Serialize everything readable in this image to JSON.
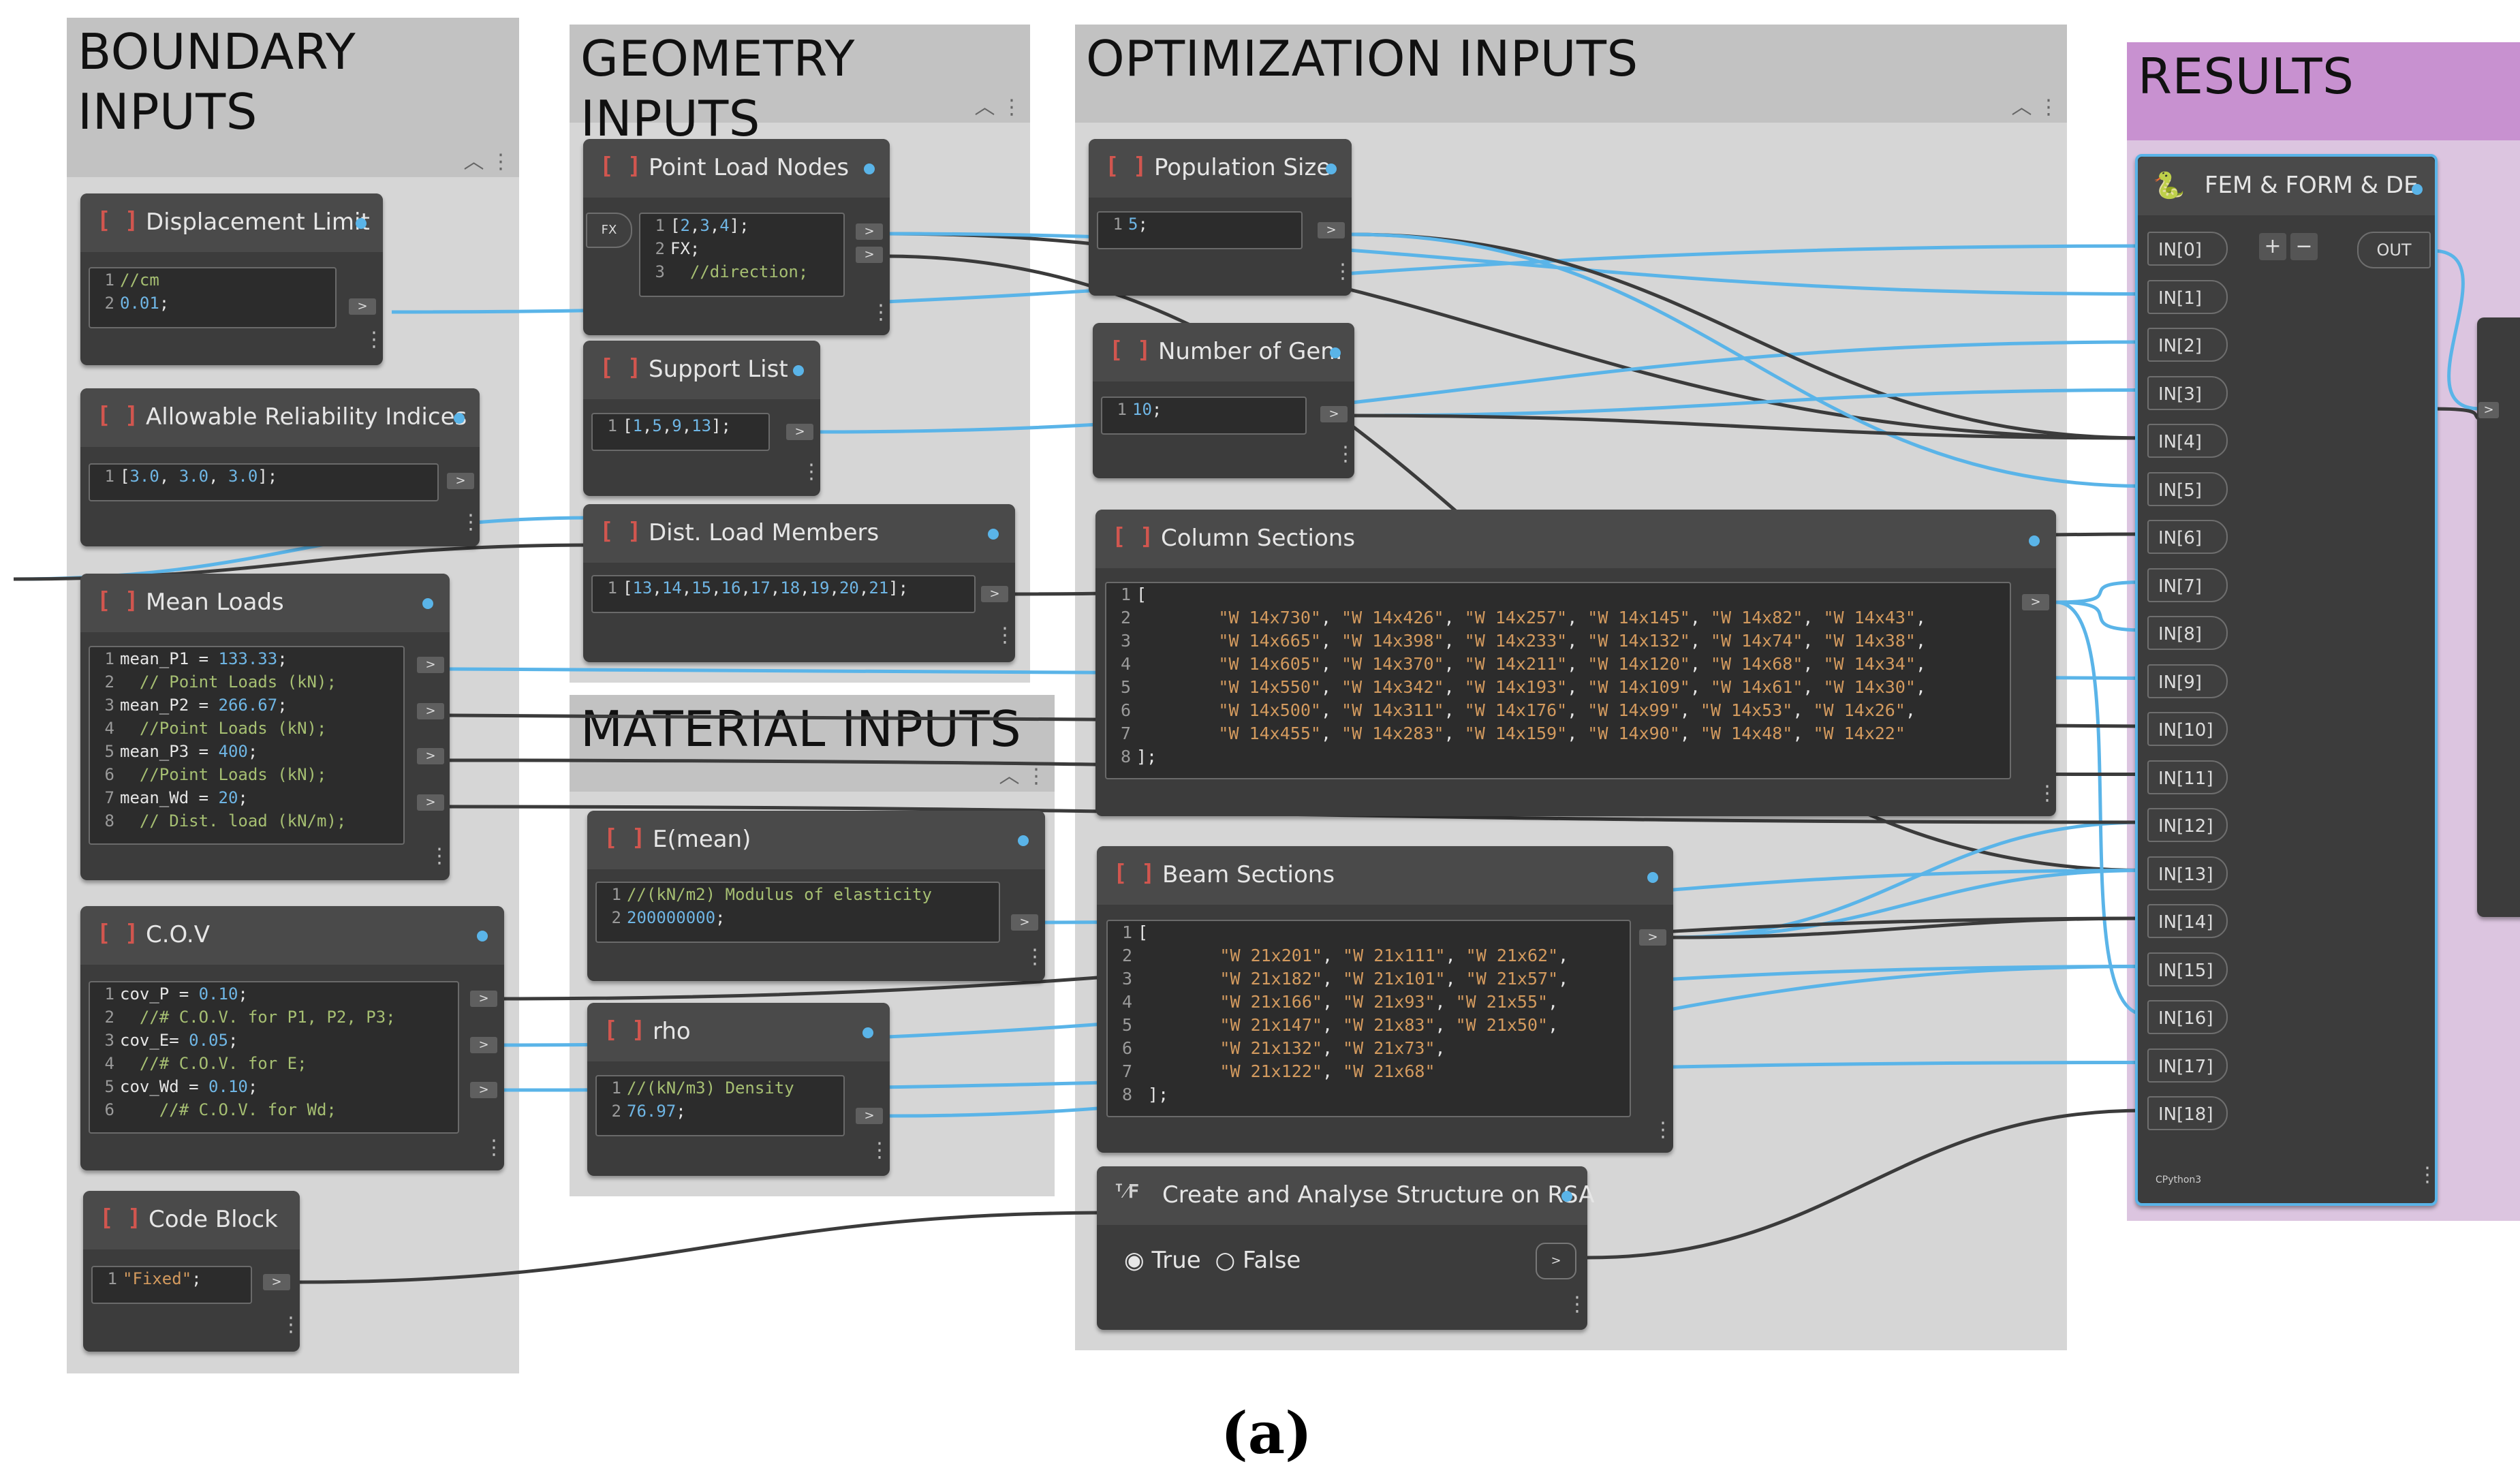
{
  "groups": {
    "boundary": {
      "title": "BOUNDARY\nINPUTS"
    },
    "geometry": {
      "title": "GEOMETRY INPUTS"
    },
    "optimization": {
      "title": "OPTIMIZATION INPUTS"
    },
    "material": {
      "title": "MATERIAL INPUTS"
    },
    "results": {
      "title": "RESULTS"
    }
  },
  "nodes": {
    "displacement_limit": {
      "title": "Displacement Limit",
      "lines": [
        "//cm",
        "0.01;"
      ]
    },
    "reliability": {
      "title": "Allowable Reliability Indices",
      "lines": [
        "[3.0, 3.0, 3.0];"
      ]
    },
    "mean_loads": {
      "title": "Mean Loads",
      "lines": [
        "mean_P1 = 133.33;",
        "  // Point Loads (kN);",
        "mean_P2 = 266.67;",
        "  //Point Loads (kN);",
        "mean_P3 = 400;",
        "  //Point Loads (kN);",
        "mean_Wd = 20;",
        "  // Dist. load (kN/m);"
      ]
    },
    "cov": {
      "title": "C.O.V",
      "lines": [
        "cov_P = 0.10;",
        "  //# C.O.V. for P1, P2, P3;",
        "cov_E= 0.05;",
        "  //# C.O.V. for E;",
        "cov_Wd = 0.10;",
        "    //# C.O.V. for Wd;"
      ]
    },
    "code_block": {
      "title": "Code Block",
      "lines": [
        "\"Fixed\";"
      ]
    },
    "point_load_nodes": {
      "title": "Point Load Nodes",
      "fx": "FX",
      "lines": [
        "[2,3,4];",
        "FX;",
        "  //direction;"
      ]
    },
    "support_list": {
      "title": "Support List",
      "lines": [
        "[1,5,9,13];"
      ]
    },
    "dist_load_members": {
      "title": "Dist. Load Members",
      "lines": [
        "[13,14,15,16,17,18,19,20,21];"
      ]
    },
    "e_mean": {
      "title": "E(mean)",
      "lines": [
        "//(kN/m2) Modulus of elasticity",
        "200000000;"
      ]
    },
    "rho": {
      "title": "rho",
      "lines": [
        "//(kN/m3) Density",
        "76.97;"
      ]
    },
    "population_size": {
      "title": "Population Size",
      "lines": [
        "5;"
      ]
    },
    "number_of_gen": {
      "title": "Number of Gen.",
      "lines": [
        "10;"
      ]
    },
    "column_sections": {
      "title": "Column Sections",
      "lines": [
        "[",
        "        \"W 14x730\", \"W 14x426\", \"W 14x257\", \"W 14x145\", \"W 14x82\", \"W 14x43\",",
        "        \"W 14x665\", \"W 14x398\", \"W 14x233\", \"W 14x132\", \"W 14x74\", \"W 14x38\",",
        "        \"W 14x605\", \"W 14x370\", \"W 14x211\", \"W 14x120\", \"W 14x68\", \"W 14x34\",",
        "        \"W 14x550\", \"W 14x342\", \"W 14x193\", \"W 14x109\", \"W 14x61\", \"W 14x30\",",
        "        \"W 14x500\", \"W 14x311\", \"W 14x176\", \"W 14x99\", \"W 14x53\", \"W 14x26\",",
        "        \"W 14x455\", \"W 14x283\", \"W 14x159\", \"W 14x90\", \"W 14x48\", \"W 14x22\"",
        "];"
      ]
    },
    "beam_sections": {
      "title": "Beam Sections",
      "lines": [
        "[",
        "        \"W 21x201\", \"W 21x111\", \"W 21x62\",",
        "        \"W 21x182\", \"W 21x101\", \"W 21x57\",",
        "        \"W 21x166\", \"W 21x93\", \"W 21x55\",",
        "        \"W 21x147\", \"W 21x83\", \"W 21x50\",",
        "        \"W 21x132\", \"W 21x73\",",
        "        \"W 21x122\", \"W 21x68\"",
        " ];"
      ]
    },
    "create_analyse": {
      "title": "Create and Analyse Structure on RSA",
      "true_label": "True",
      "false_label": "False",
      "selected": "True"
    },
    "fem": {
      "title": "FEM & FORM & DE",
      "inputs": [
        "IN[0]",
        "IN[1]",
        "IN[2]",
        "IN[3]",
        "IN[4]",
        "IN[5]",
        "IN[6]",
        "IN[7]",
        "IN[8]",
        "IN[9]",
        "IN[10]",
        "IN[11]",
        "IN[12]",
        "IN[13]",
        "IN[14]",
        "IN[15]",
        "IN[16]",
        "IN[17]",
        "IN[18]"
      ],
      "output": "OUT",
      "add": "+",
      "remove": "−",
      "engine": "CPython3"
    }
  },
  "caption": "(a)",
  "colors": {
    "wire_blue": "#5ab4e8",
    "wire_dark": "#3b3b3b",
    "node_body": "#3c3c3c",
    "group_grey": "#d6d6d6",
    "results_purple": "#c891d0"
  }
}
